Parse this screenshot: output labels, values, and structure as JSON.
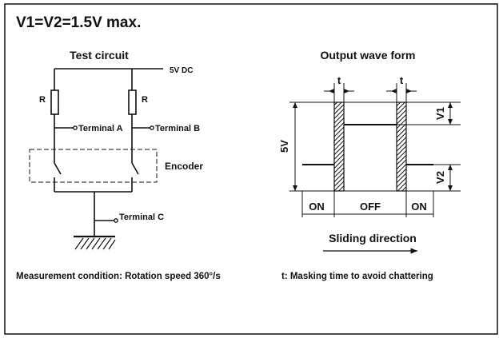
{
  "heading": "V1=V2=1.5V max.",
  "circuit": {
    "title": "Test circuit",
    "supply": "5V DC",
    "resistor_left": "R",
    "resistor_right": "R",
    "terminal_a": "Terminal A",
    "terminal_b": "Terminal B",
    "terminal_c": "Terminal C",
    "encoder": "Encoder"
  },
  "waveform": {
    "title": "Output wave form",
    "t_left": "t",
    "t_right": "t",
    "v1": "V1",
    "v2": "V2",
    "amplitude": "5V",
    "on_left": "ON",
    "off": "OFF",
    "on_right": "ON",
    "direction": "Sliding direction"
  },
  "footer": {
    "measurement": "Measurement condition: Rotation speed 360°/s",
    "masking": "t: Masking time to avoid chattering"
  }
}
